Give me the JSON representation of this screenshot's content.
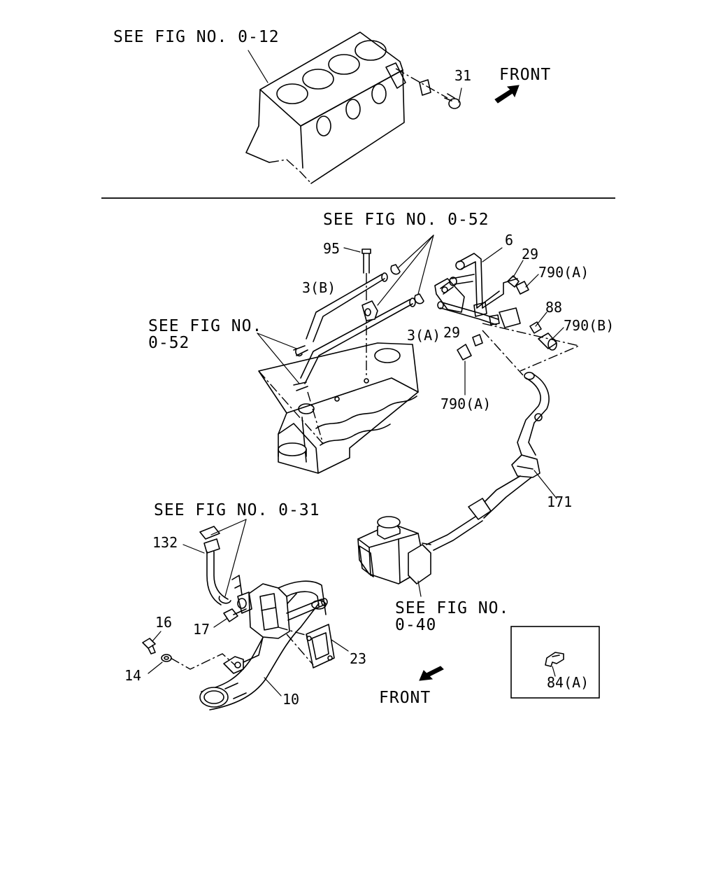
{
  "labels": {
    "see_fig_0_12": "SEE FIG NO. 0-12",
    "front_top": "FRONT",
    "see_fig_0_52_top": "SEE FIG NO. 0-52",
    "see_fig_0_52_left_line1": "SEE FIG NO.",
    "see_fig_0_52_left_line2": "0-52",
    "see_fig_0_31": "SEE FIG NO. 0-31",
    "see_fig_0_40_line1": "SEE FIG NO.",
    "see_fig_0_40_line2": "0-40",
    "front_bottom": "FRONT"
  },
  "callouts": {
    "p31": "31",
    "p95": "95",
    "p3b": "3(B)",
    "p3a": "3(A)",
    "p6": "6",
    "p29_top": "29",
    "p790a_top": "790(A)",
    "p88": "88",
    "p790b": "790(B)",
    "p29_mid": "29",
    "p790a_mid": "790(A)",
    "p171": "171",
    "p132": "132",
    "p16": "16",
    "p17": "17",
    "p14": "14",
    "p23": "23",
    "p10": "10",
    "p84a": "84(A)"
  }
}
